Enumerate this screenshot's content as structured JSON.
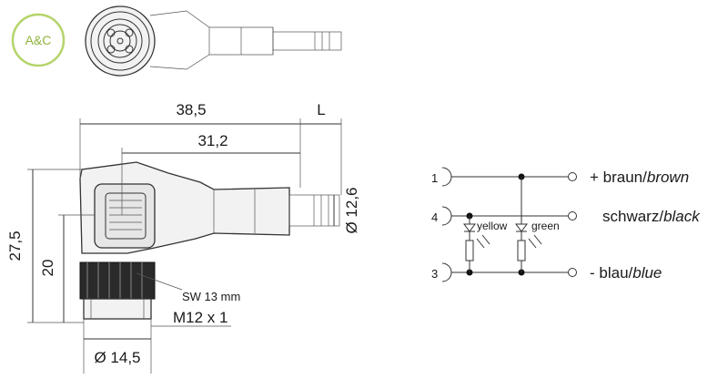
{
  "logo": {
    "text": "A&C",
    "color": "#a7c957"
  },
  "dimensions": {
    "overall_length": "38,5",
    "cable_length": "L",
    "body_length": "31,2",
    "cable_diameter": "Ø 12,6",
    "total_height": "27,5",
    "head_height": "20",
    "wrench_size": "SW 13 mm",
    "thread": "M12 x 1",
    "nut_diameter": "Ø 14,5"
  },
  "wiring": {
    "pins": [
      {
        "number": "1",
        "label_de": "+ braun/",
        "label_en": "brown"
      },
      {
        "number": "4",
        "label_de": "schwarz/",
        "label_en": "black"
      },
      {
        "number": "3",
        "label_de": "- blau/",
        "label_en": "blue"
      }
    ],
    "leds": [
      {
        "label": "yellow"
      },
      {
        "label": "green"
      }
    ]
  }
}
